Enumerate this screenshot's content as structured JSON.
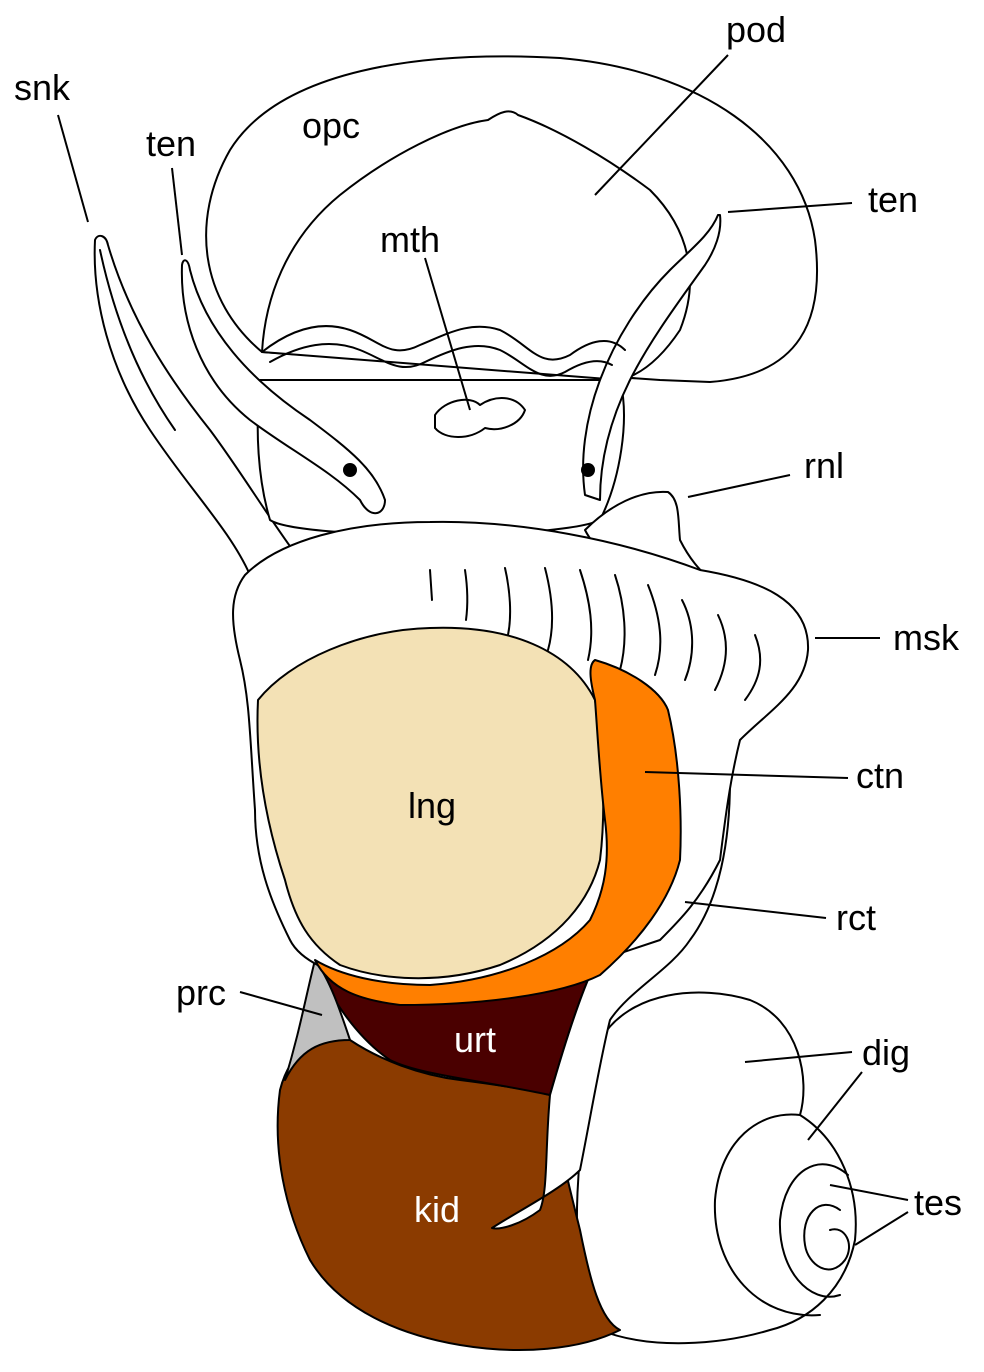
{
  "colors": {
    "lung": "#f3e1b5",
    "ctenidium": "#ff7f00",
    "ureter": "#4a0000",
    "kidney": "#8b3b00",
    "pericardium": "#c0c0c0",
    "outline": "#000000",
    "background": "#ffffff"
  },
  "labels": {
    "snk": "snk",
    "ten_left": "ten",
    "opc": "opc",
    "pod": "pod",
    "ten_right": "ten",
    "mth": "mth",
    "rnl": "rnl",
    "msk": "msk",
    "lng": "lng",
    "ctn": "ctn",
    "rct": "rct",
    "prc": "prc",
    "urt": "urt",
    "dig": "dig",
    "kid": "kid",
    "tes": "tes"
  }
}
